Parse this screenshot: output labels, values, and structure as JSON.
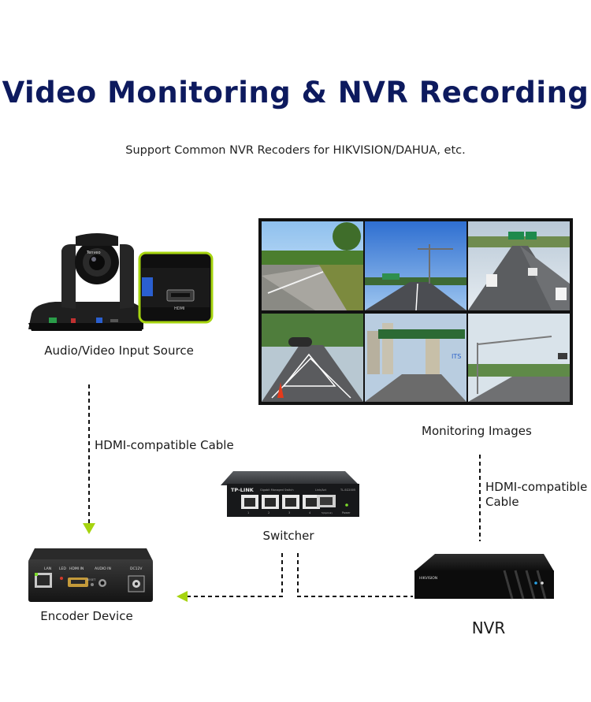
{
  "header": {
    "title": "Video Monitoring & NVR Recording",
    "subtitle": "Support Common NVR Recoders for HIKVISION/DAHUA, etc."
  },
  "nodes": {
    "source": "Audio/Video Input Source",
    "monitor": "Monitoring Images",
    "switcher": "Switcher",
    "encoder": "Encoder Device",
    "nvr": "NVR"
  },
  "cables": {
    "source_to_encoder": "HDMI-compatible Cable",
    "nvr_to_monitor_line1": "HDMI-compatible",
    "nvr_to_monitor_line2": "Cable"
  },
  "device_text": {
    "camera_brand": "Tenveo",
    "hdmi_port": "HDMI",
    "switch_brand": "TP-LINK",
    "switch_desc": "Gigabit Managed Switch",
    "switch_model": "TL-SG2005",
    "switch_link": "Link/Act",
    "switch_power": "Power",
    "switch_ports": [
      "1",
      "2",
      "3",
      "4"
    ],
    "switch_sfp": "5(Uplink)",
    "encoder_lan": "LAN",
    "encoder_led": "LED",
    "encoder_hdmi_in": "HDMI IN",
    "encoder_reset": "RESET",
    "encoder_audio_in": "AUDIO IN",
    "encoder_dc": "DC12V",
    "nvr_brand": "HIKVISION",
    "sign_text": "ITS"
  },
  "colors": {
    "title": "#0d1a5e",
    "accent_green": "#a6d40f",
    "dashed_line": "#111111"
  }
}
